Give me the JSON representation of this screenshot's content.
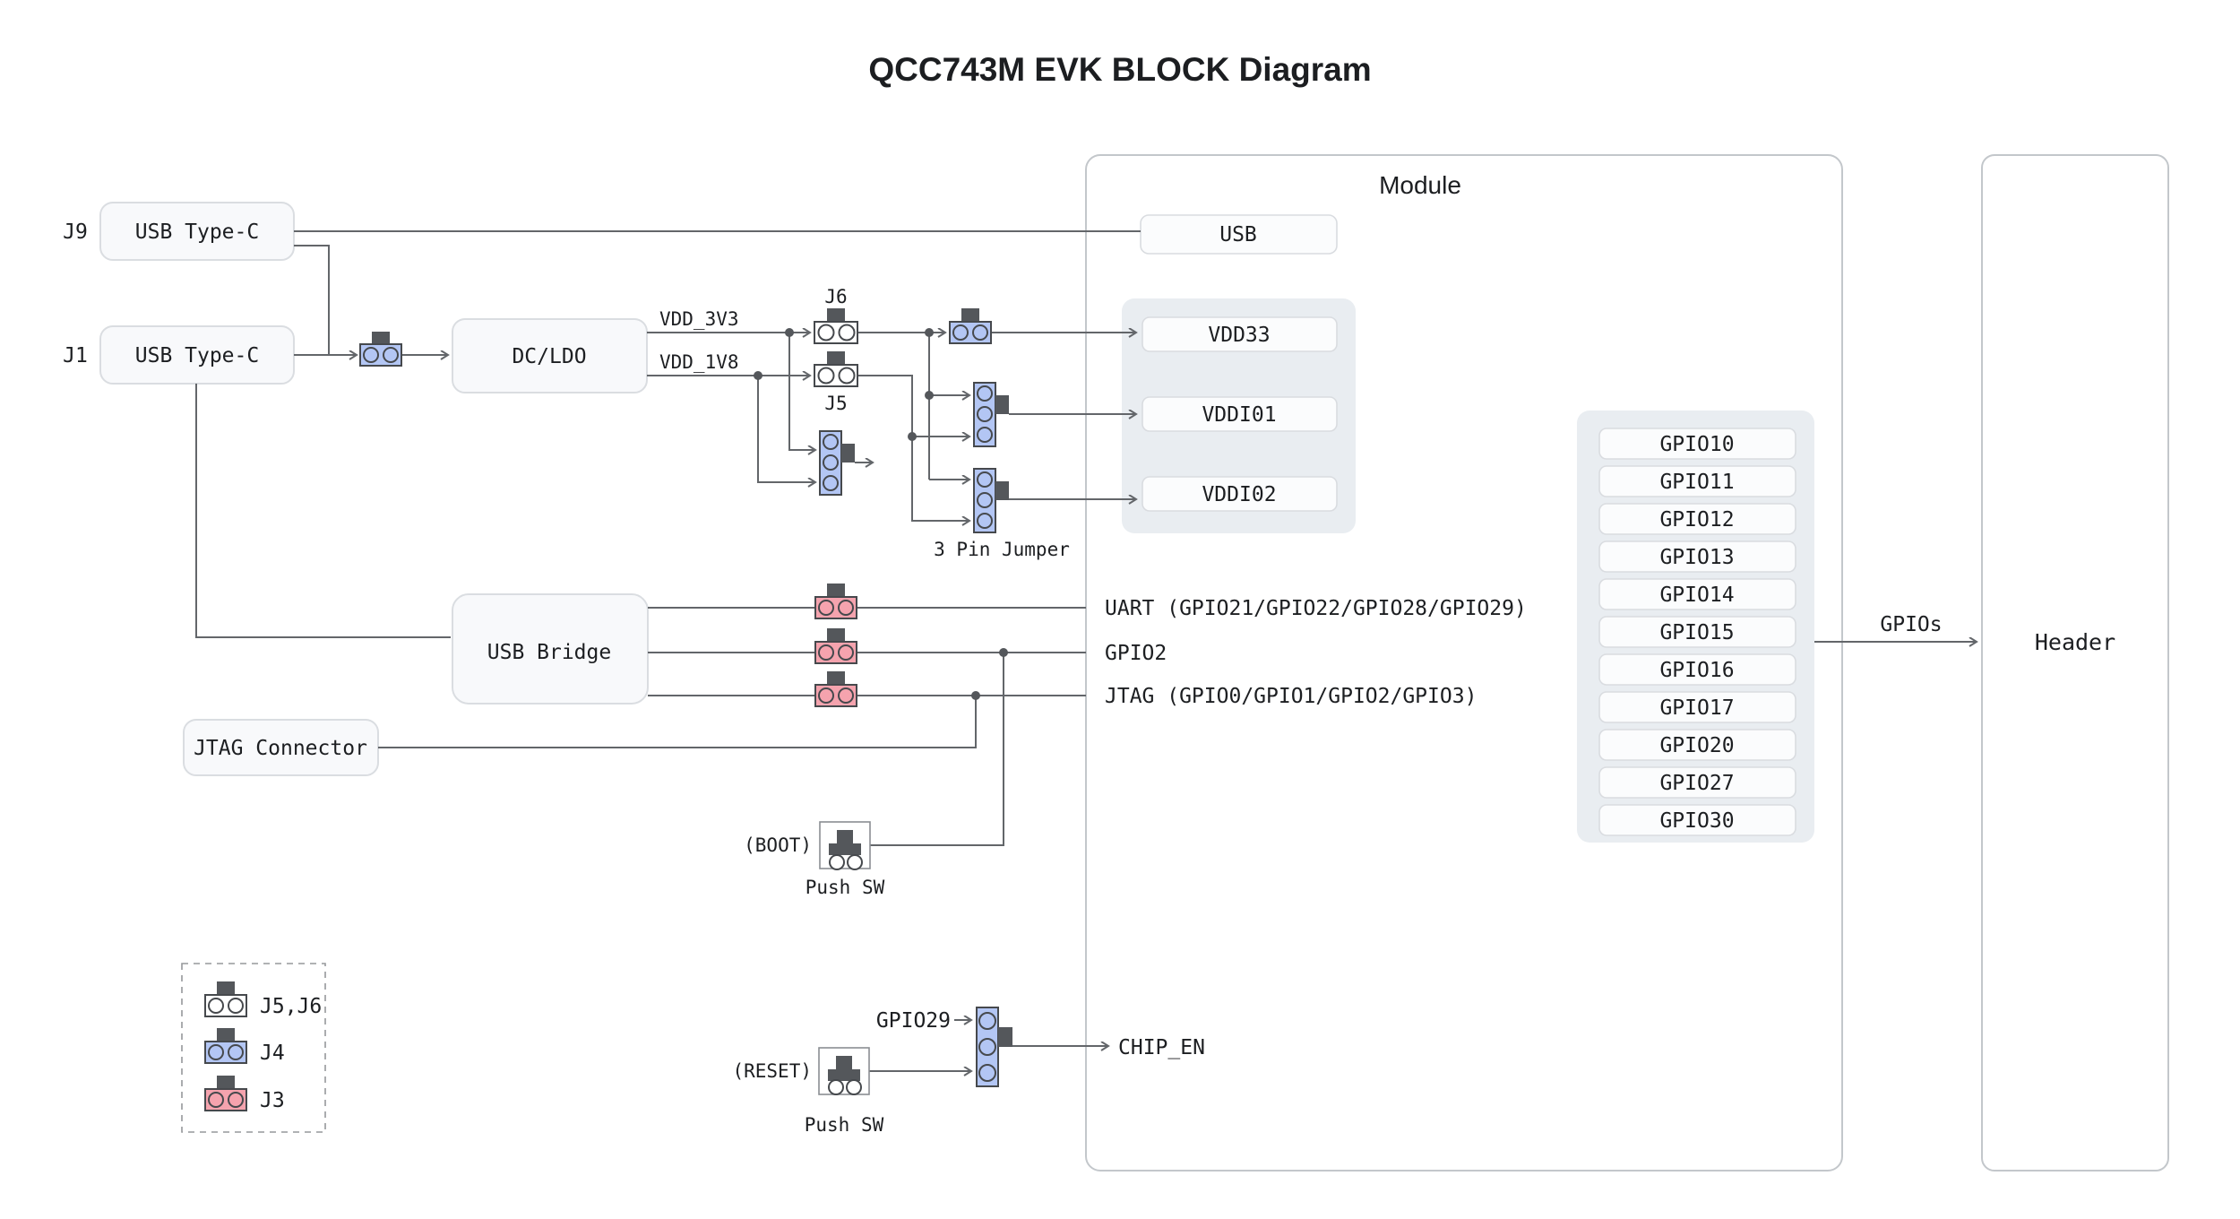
{
  "title": "QCC743M EVK BLOCK Diagram",
  "colors": {
    "jumper_blue": "#b3c6f4",
    "jumper_pink": "#f5a3ae",
    "jumper_white": "#ffffff",
    "tab_gray": "#54575b",
    "wire_gray": "#63666a",
    "container_gray": "#e9edf1"
  },
  "left": {
    "j9_ref": "J9",
    "j9_label": "USB Type-C",
    "j1_ref": "J1",
    "j1_label": "USB Type-C",
    "dcldo_label": "DC/LDO",
    "usb_bridge_label": "USB Bridge",
    "jtag_connector_label": "JTAG Connector"
  },
  "power": {
    "vdd_3v3": "VDD_3V3",
    "vdd_1v8": "VDD_1V8",
    "j6_label": "J6",
    "j5_label": "J5",
    "three_pin_jumper_label": "3 Pin Jumper"
  },
  "signals": {
    "uart": "UART (GPIO21/GPIO22/GPIO28/GPIO29)",
    "gpio2": "GPIO2",
    "jtag": "JTAG (GPIO0/GPIO1/GPIO2/GPIO3)",
    "gpio29": "GPIO29",
    "chip_en": "CHIP_EN",
    "gpios": "GPIOs"
  },
  "switches": {
    "boot_label": "(BOOT)",
    "reset_label": "(RESET)",
    "push_sw": "Push SW"
  },
  "module": {
    "title": "Module",
    "usb": "USB",
    "vdd33": "VDD33",
    "vddi01": "VDDI01",
    "vddi02": "VDDI02",
    "gpio_pins": [
      "GPIO10",
      "GPIO11",
      "GPIO12",
      "GPIO13",
      "GPIO14",
      "GPIO15",
      "GPIO16",
      "GPIO17",
      "GPIO20",
      "GPIO27",
      "GPIO30"
    ]
  },
  "header": {
    "label": "Header"
  },
  "legend": {
    "white_label": "J5,J6",
    "blue_label": "J4",
    "pink_label": "J3"
  }
}
